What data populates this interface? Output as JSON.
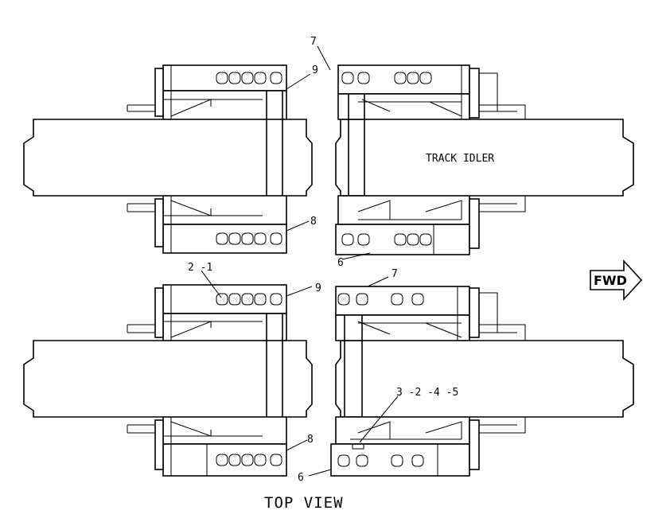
{
  "diagram": {
    "view_title": "TOP VIEW",
    "component_label": "TRACK IDLER",
    "direction_label": "FWD",
    "callouts": {
      "top_left_upper": "9",
      "top_right_upper": "7",
      "top_left_lower": "8",
      "top_right_lower": "6",
      "bottom_left_upper_a": "2 -1",
      "bottom_left_upper_b": "9",
      "bottom_right_upper": "7",
      "bottom_right_lower_a": "3 -2 -4 -5",
      "bottom_left_lower": "8",
      "bottom_right_lower_b": "6"
    }
  }
}
